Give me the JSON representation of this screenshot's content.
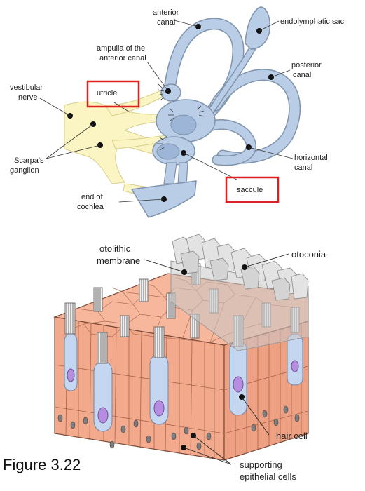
{
  "top_diagram": {
    "labels": {
      "anterior_canal": [
        "anterior",
        "canal"
      ],
      "endolymphatic_sac": "endolymphatic sac",
      "ampulla": [
        "ampulla of the",
        "anterior canal"
      ],
      "posterior_canal": [
        "posterior",
        "canal"
      ],
      "vestibular_nerve": [
        "vestibular",
        "nerve"
      ],
      "utricle": "utricle",
      "scarpas_ganglion": [
        "Scarpa's",
        "ganglion"
      ],
      "horizontal_canal": [
        "horizontal",
        "canal"
      ],
      "end_of_cochlea": [
        "end of",
        "cochlea"
      ],
      "saccule": "saccule"
    },
    "colors": {
      "labyrinth": "#b9cde6",
      "labyrinth_stroke": "#7f93ad",
      "nerve": "#fbf5c3",
      "highlight_box": "#e02020"
    }
  },
  "bottom_diagram": {
    "labels": {
      "otolithic_membrane": [
        "otolithic",
        "membrane"
      ],
      "otoconia": "otoconia",
      "hair_cell": "hair cell",
      "supporting_cells": [
        "supporting",
        "epithelial cells"
      ]
    },
    "colors": {
      "epithelium": "#f3a98c",
      "hair_cell": "#c5d7f0",
      "nucleus": "#b68de0",
      "support_nucleus": "#7d7d7d"
    }
  },
  "figure_caption": "Figure 3.22"
}
